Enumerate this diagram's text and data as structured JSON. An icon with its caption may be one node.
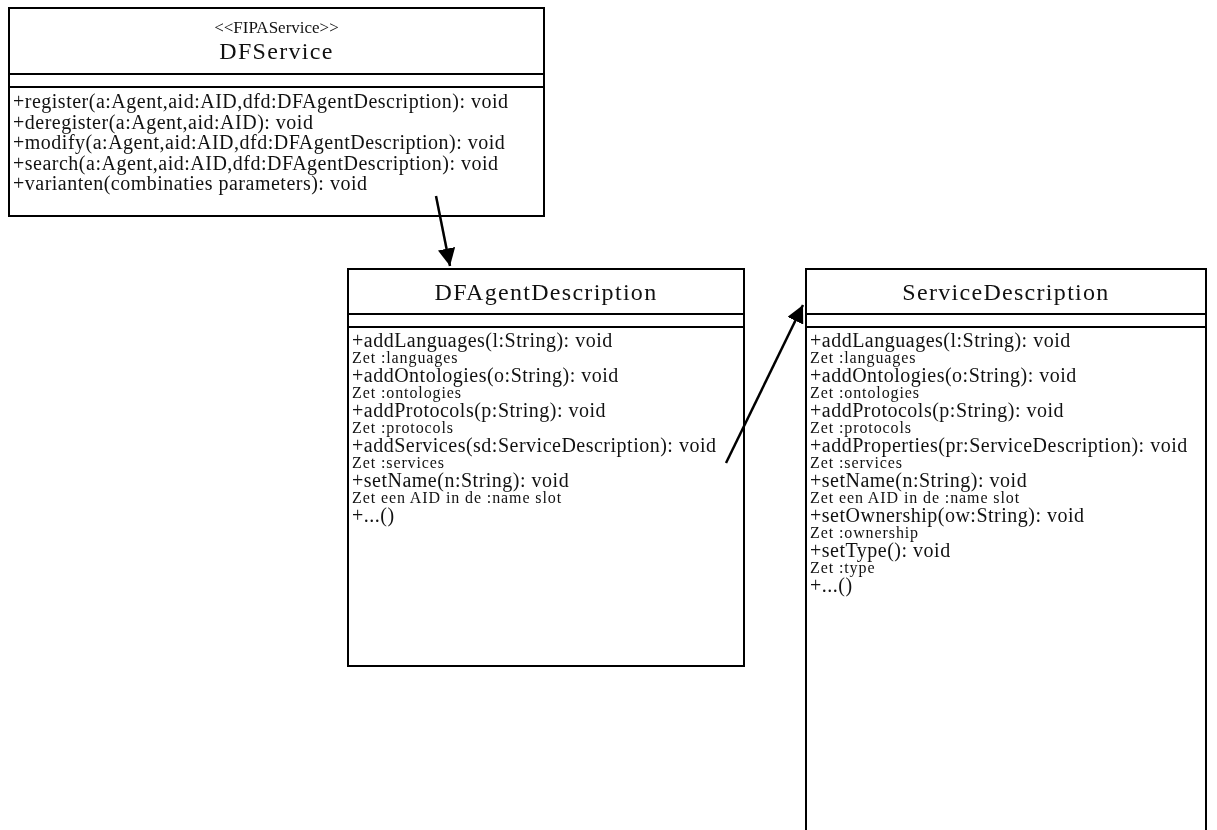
{
  "diagram": {
    "nodes": [
      {
        "text": [
          "<<FIPAService>>",
          "DFService",
          "+register(a:Agent,aid:AID,dfd:DFAgentDescription): void",
          "+deregister(a:Agent,aid:AID): void",
          "+modify(a:Agent,aid:AID,dfd:DFAgentDescription): void",
          "+search(a:Agent,aid:AID,dfd:DFAgentDescription): void",
          "+varianten(combinaties parameters): void"
        ]
      },
      {
        "text": [
          "DFAgentDescription",
          "+addLanguages(l:String): void",
          "Zet :languages",
          "+addOntologies(o:String): void",
          "Zet :ontologies",
          "+addProtocols(p:String): void",
          "Zet :protocols",
          "+addServices(sd:ServiceDescription): void",
          "Zet :services",
          "+setName(n:String): void",
          "Zet een AID in de :name slot",
          "+...()"
        ]
      },
      {
        "text": [
          "ServiceDescription",
          "+addLanguages(l:String): void",
          "Zet :languages",
          "+addOntologies(o:String): void",
          "Zet :ontologies",
          "+addProtocols(p:String): void",
          "Zet :protocols",
          "+addProperties(pr:ServiceDescription): void",
          "Zet :services",
          "+setName(n:String): void",
          "Zet een AID in de :name slot",
          "+setOwnership(ow:String): void",
          "Zet :ownership",
          "+setType(): void",
          "Zet :type",
          "+...()"
        ]
      }
    ],
    "edges": [
      {
        "from": 0,
        "to": 1,
        "arrow": "to"
      },
      {
        "from": 1,
        "to": 2,
        "arrow": "to"
      }
    ]
  }
}
